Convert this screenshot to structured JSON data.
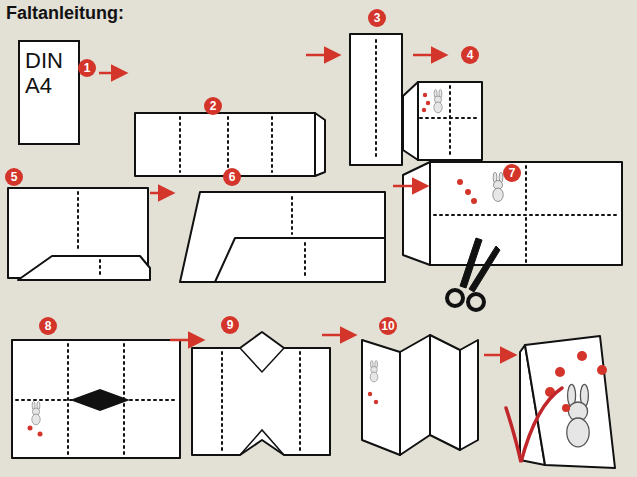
{
  "diagram": {
    "title": "Faltanleitung:",
    "nodes": [
      {
        "text": [
          "DIN A4"
        ]
      }
    ],
    "labels": [
      "1",
      "2",
      "3",
      "4",
      "5",
      "6",
      "7",
      "8",
      "9",
      "10"
    ]
  }
}
